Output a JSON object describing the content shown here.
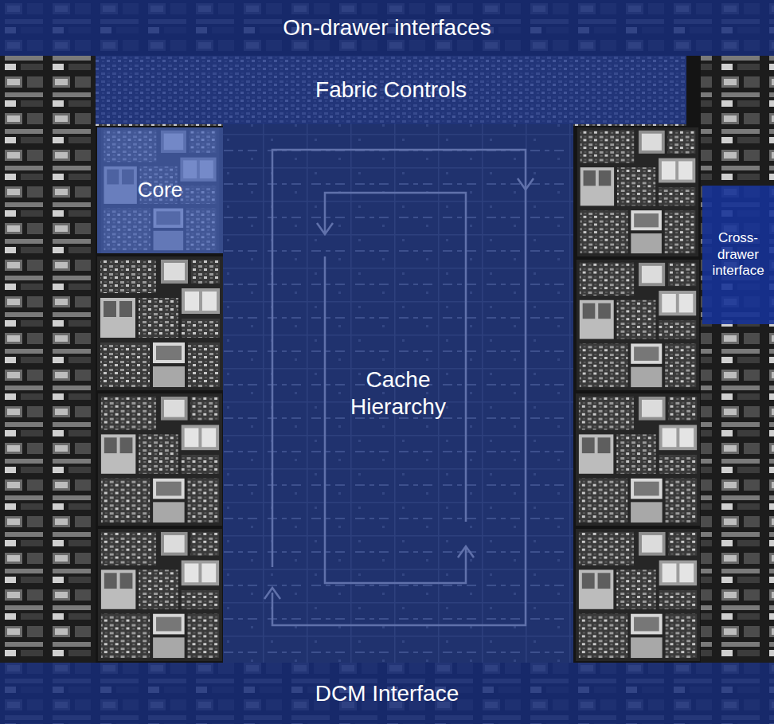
{
  "diagram": {
    "nodes": [
      {
        "text": [
          "On-drawer interfaces"
        ]
      },
      {
        "text": [
          "Fabric Controls"
        ]
      },
      {
        "text": [
          "Core"
        ]
      },
      {
        "text": [
          "Cross-drawer interface"
        ]
      },
      {
        "text": [
          "Cache Hierarchy"
        ]
      },
      {
        "text": [
          "DCM Interface"
        ]
      }
    ]
  }
}
